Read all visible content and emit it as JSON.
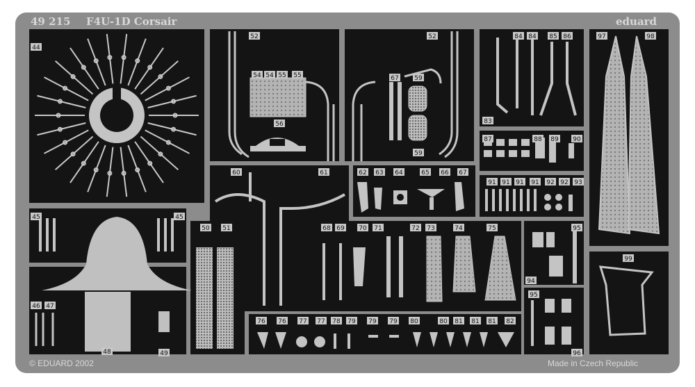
{
  "fret": {
    "set_number": "49 215",
    "title": "F4U-1D Corsair",
    "brand": "eduard",
    "copyright": "© EDUARD 2002",
    "origin": "Made in Czech Republic"
  },
  "colors": {
    "background": "#ffffff",
    "fret_metal": "#8c8c8c",
    "etched_part": "#b9b9b9",
    "void": "#141414"
  },
  "part_numbers": [
    {
      "id": "44",
      "text": "44"
    },
    {
      "id": "52a",
      "text": "52"
    },
    {
      "id": "52b",
      "text": "52"
    },
    {
      "id": "54a",
      "text": "54"
    },
    {
      "id": "54b",
      "text": "54"
    },
    {
      "id": "55a",
      "text": "55"
    },
    {
      "id": "55b",
      "text": "55"
    },
    {
      "id": "56",
      "text": "56"
    },
    {
      "id": "67top",
      "text": "67"
    },
    {
      "id": "59a",
      "text": "59"
    },
    {
      "id": "59b",
      "text": "59"
    },
    {
      "id": "84a",
      "text": "84"
    },
    {
      "id": "84b",
      "text": "84"
    },
    {
      "id": "85",
      "text": "85"
    },
    {
      "id": "86",
      "text": "86"
    },
    {
      "id": "83",
      "text": "83"
    },
    {
      "id": "97",
      "text": "97"
    },
    {
      "id": "98",
      "text": "98"
    },
    {
      "id": "87",
      "text": "87"
    },
    {
      "id": "88",
      "text": "88"
    },
    {
      "id": "89",
      "text": "89"
    },
    {
      "id": "90",
      "text": "90"
    },
    {
      "id": "60",
      "text": "60"
    },
    {
      "id": "61",
      "text": "61"
    },
    {
      "id": "62",
      "text": "62"
    },
    {
      "id": "63",
      "text": "63"
    },
    {
      "id": "64",
      "text": "64"
    },
    {
      "id": "65",
      "text": "65"
    },
    {
      "id": "66",
      "text": "66"
    },
    {
      "id": "67",
      "text": "67"
    },
    {
      "id": "91a",
      "text": "91"
    },
    {
      "id": "91b",
      "text": "91"
    },
    {
      "id": "91c",
      "text": "91"
    },
    {
      "id": "91d",
      "text": "91"
    },
    {
      "id": "92",
      "text": "92"
    },
    {
      "id": "92b",
      "text": "92"
    },
    {
      "id": "93",
      "text": "93"
    },
    {
      "id": "45a",
      "text": "45"
    },
    {
      "id": "45b",
      "text": "45"
    },
    {
      "id": "50",
      "text": "50"
    },
    {
      "id": "51",
      "text": "51"
    },
    {
      "id": "68",
      "text": "68"
    },
    {
      "id": "69",
      "text": "69"
    },
    {
      "id": "70",
      "text": "70"
    },
    {
      "id": "71",
      "text": "71"
    },
    {
      "id": "72",
      "text": "72"
    },
    {
      "id": "73",
      "text": "73"
    },
    {
      "id": "74",
      "text": "74"
    },
    {
      "id": "75",
      "text": "75"
    },
    {
      "id": "95",
      "text": "95"
    },
    {
      "id": "94",
      "text": "94"
    },
    {
      "id": "99",
      "text": "99"
    },
    {
      "id": "95b",
      "text": "95"
    },
    {
      "id": "96",
      "text": "96"
    },
    {
      "id": "46",
      "text": "46"
    },
    {
      "id": "47",
      "text": "47"
    },
    {
      "id": "48",
      "text": "48"
    },
    {
      "id": "49",
      "text": "49"
    },
    {
      "id": "76a",
      "text": "76"
    },
    {
      "id": "76b",
      "text": "76"
    },
    {
      "id": "77a",
      "text": "77"
    },
    {
      "id": "77b",
      "text": "77"
    },
    {
      "id": "78",
      "text": "78"
    },
    {
      "id": "79a",
      "text": "79"
    },
    {
      "id": "79b",
      "text": "79"
    },
    {
      "id": "79c",
      "text": "79"
    },
    {
      "id": "80a",
      "text": "80"
    },
    {
      "id": "80b",
      "text": "80"
    },
    {
      "id": "81a",
      "text": "81"
    },
    {
      "id": "81b",
      "text": "81"
    },
    {
      "id": "81c",
      "text": "81"
    },
    {
      "id": "82",
      "text": "82"
    }
  ]
}
